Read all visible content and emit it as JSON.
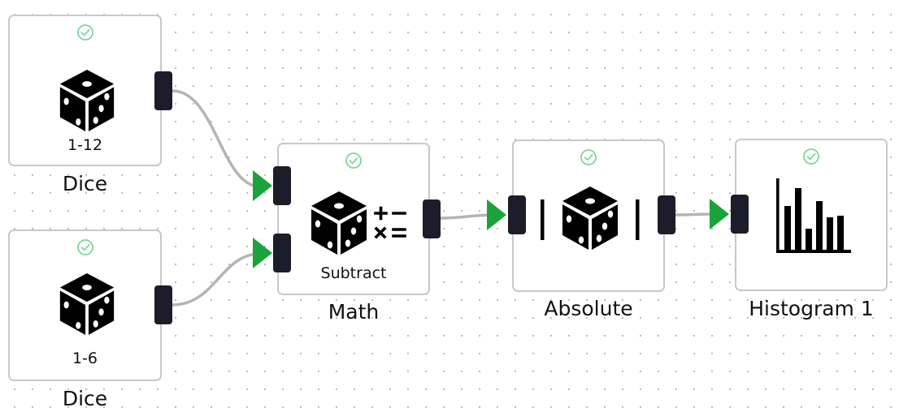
{
  "nodes": {
    "dice_a": {
      "title": "Dice",
      "setting": "1-12",
      "status_icon": "check-circle-icon",
      "icon": "dice-icon"
    },
    "dice_b": {
      "title": "Dice",
      "setting": "1-6",
      "status_icon": "check-circle-icon",
      "icon": "dice-icon"
    },
    "math": {
      "title": "Math",
      "setting": "Subtract",
      "status_icon": "check-circle-icon",
      "icon": "dice-math-icon"
    },
    "absolute": {
      "title": "Absolute",
      "status_icon": "check-circle-icon",
      "icon": "dice-absolute-icon"
    },
    "histogram": {
      "title": "Histogram 1",
      "status_icon": "check-circle-icon",
      "icon": "histogram-icon"
    }
  },
  "connections": [
    {
      "from": "dice_a",
      "to": "math"
    },
    {
      "from": "dice_b",
      "to": "math"
    },
    {
      "from": "math",
      "to": "absolute"
    },
    {
      "from": "absolute",
      "to": "histogram"
    }
  ],
  "colors": {
    "port": "#1d1c2b",
    "arrow": "#1aa33a",
    "wire": "#b4b4b4",
    "status": "#7fd49a",
    "node_border": "#c8c8cc"
  }
}
